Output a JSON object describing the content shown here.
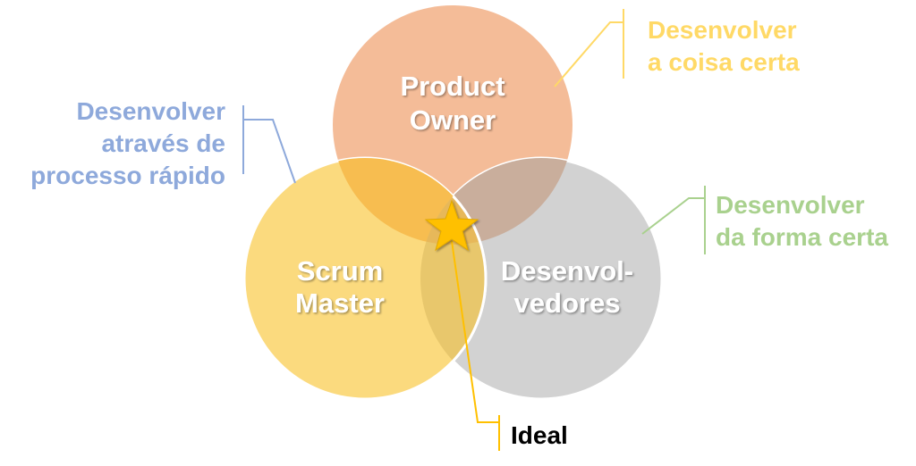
{
  "circles": {
    "product_owner": {
      "line1": "Product",
      "line2": "Owner",
      "color": "#F4BC98"
    },
    "scrum_master": {
      "line1": "Scrum",
      "line2": "Master",
      "color": "#FBDA7E"
    },
    "developers": {
      "line1": "Desenvol-",
      "line2": "vedores",
      "color": "#D2D2D2"
    }
  },
  "callouts": {
    "product_owner": {
      "lines": [
        "Desenvolver",
        "a coisa certa"
      ],
      "color": "#FFD966"
    },
    "scrum_master": {
      "lines": [
        "Desenvolver",
        "através de",
        "processo rápido"
      ],
      "color": "#8EA9DB"
    },
    "developers": {
      "lines": [
        "Desenvolver",
        "da forma certa"
      ],
      "color": "#A9D18E"
    },
    "ideal": {
      "label": "Ideal",
      "color": "#000000"
    }
  },
  "star_color": "#FFC000"
}
